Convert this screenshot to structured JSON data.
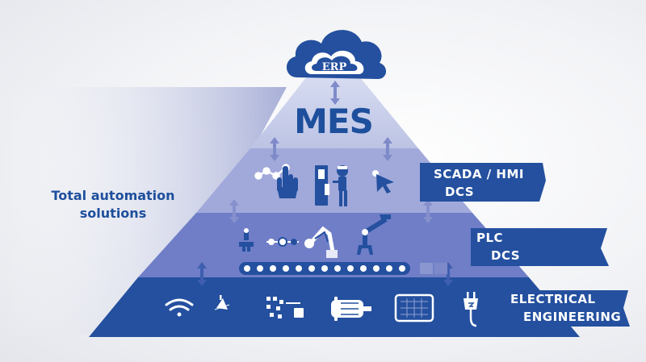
{
  "colors": {
    "dark_blue": "#1d4f9c",
    "tier_mes": "#c9cfea",
    "tier_scada": "#9fa7d8",
    "tier_plc": "#6c7bc6",
    "tier_electrical": "#24509f"
  },
  "cloud": {
    "label": "ERP"
  },
  "pyramid": {
    "mes_label": "MES"
  },
  "side_label": {
    "line1": "Total automation",
    "line2": "solutions"
  },
  "banners": [
    {
      "line1": "SCADA / HMI",
      "line2": "DCS"
    },
    {
      "line1": "PLC",
      "line2": "DCS"
    },
    {
      "line1": "ELECTRICAL",
      "line2": "ENGINEERING"
    }
  ],
  "icons": {
    "scada": [
      "data-chart-icon",
      "touch-hand-icon",
      "operator-panel-icon",
      "cursor-click-icon"
    ],
    "plc": [
      "robot-gripper-icon",
      "sensor-icon",
      "robot-arm-icon",
      "robot-claw-icon",
      "conveyor-belt-icon",
      "package-icon"
    ],
    "electrical": [
      "wifi-icon",
      "lamp-icon",
      "circuit-icon",
      "motor-icon",
      "control-panel-icon",
      "power-plug-icon"
    ]
  }
}
